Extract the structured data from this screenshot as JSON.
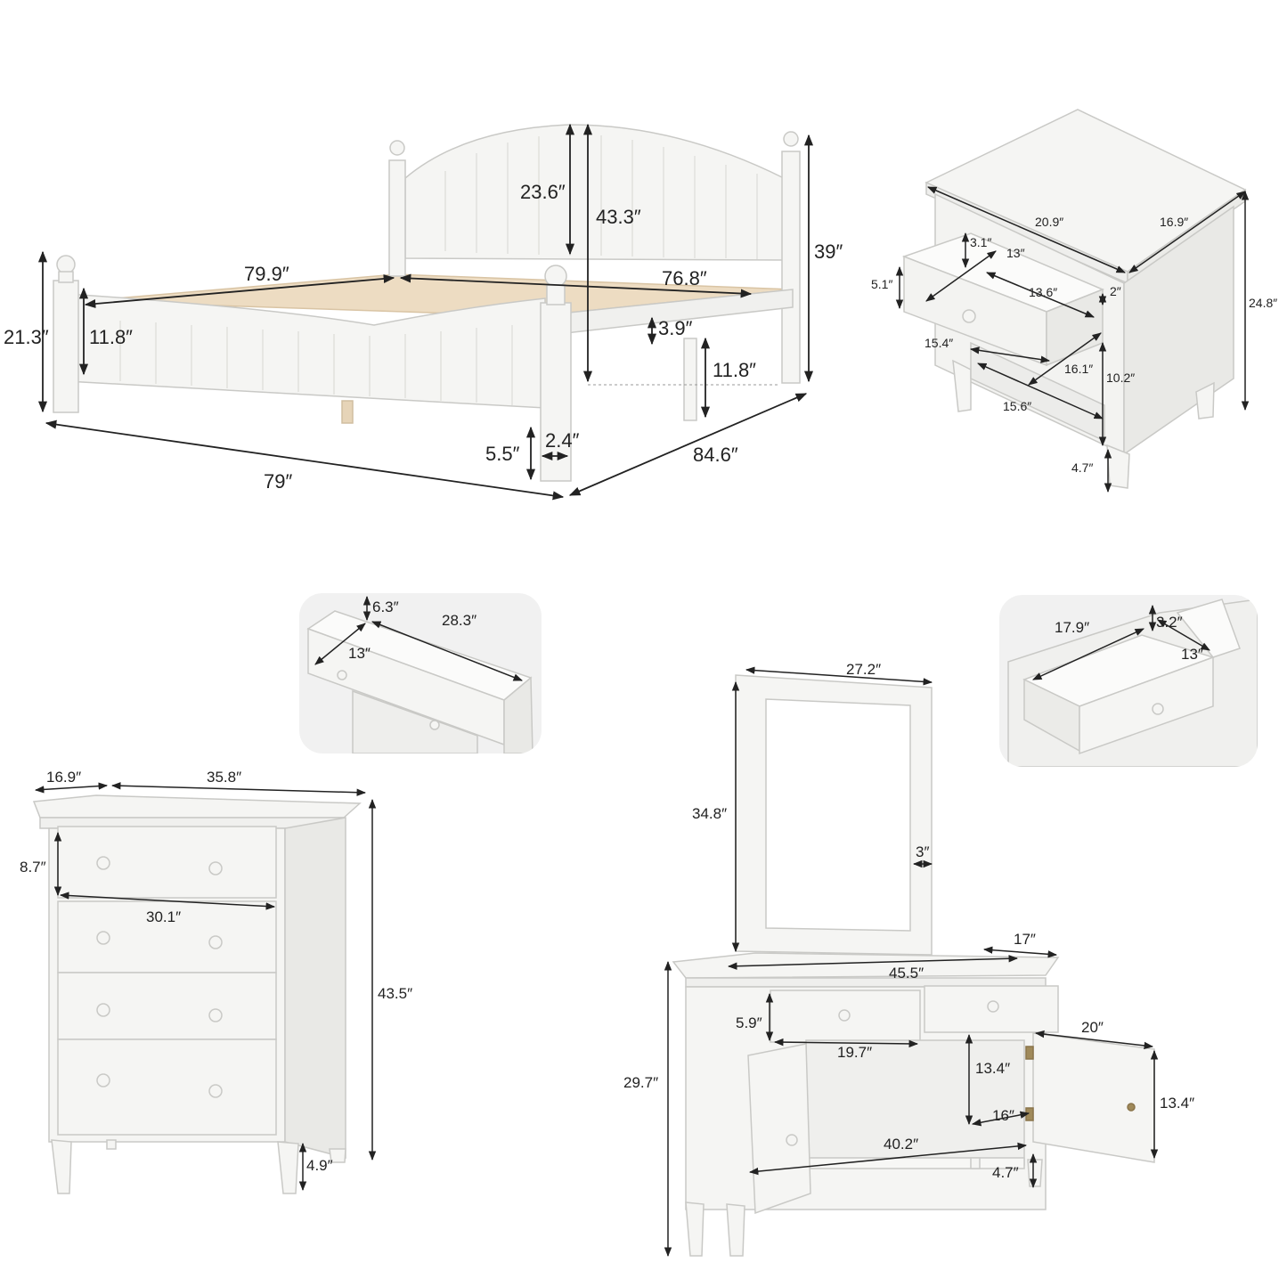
{
  "colors": {
    "furniture": "#f5f5f3",
    "outline": "#c9c9c6",
    "shadow": "#e4e4e1",
    "slat": "#eddcc2",
    "dimension_line": "#222222",
    "inset_bg": "#f1f1f1",
    "hinge": "#a08a5a"
  },
  "bed": {
    "length_total": "79″",
    "width_total": "84.6″",
    "rail_length": "79.9″",
    "inner_width": "76.8″",
    "headboard_panel_height": "23.6″",
    "headboard_height": "43.3″",
    "post_height": "39″",
    "footboard_height": "21.3″",
    "footboard_panel_height": "11.8″",
    "rail_height": "3.9″",
    "clearance": "11.8″",
    "leg_height": "5.5″",
    "leg_width": "2.4″"
  },
  "nightstand": {
    "top_width": "20.9″",
    "top_depth": "16.9″",
    "height": "24.8″",
    "drawer_height": "5.1″",
    "drawer_inner_height": "3.1″",
    "drawer_depth": "13″",
    "drawer_inner_width": "13.6″",
    "drawer_offset": "2″",
    "drawer_front_width": "15.4″",
    "shelf_depth": "16.1″",
    "shelf_height": "10.2″",
    "shelf_width": "15.6″",
    "leg_height": "4.7″"
  },
  "chest_drawer_inset": {
    "drawer_height": "6.3″",
    "drawer_depth": "13″",
    "drawer_width": "28.3″"
  },
  "chest": {
    "depth": "16.9″",
    "width": "35.8″",
    "drawer_height": "8.7″",
    "drawer_width": "30.1″",
    "height": "43.5″",
    "leg_height": "4.9″"
  },
  "dresser_drawer_inset": {
    "drawer_width": "17.9″",
    "drawer_height": "3.2″",
    "drawer_depth": "13″"
  },
  "mirror": {
    "width": "27.2″",
    "height": "34.8″",
    "frame_width": "3″"
  },
  "dresser": {
    "depth": "17″",
    "width": "45.5″",
    "drawer_height": "5.9″",
    "drawer_width": "19.7″",
    "cabinet_height": "13.4″",
    "cabinet_depth": "16″",
    "door_width": "20″",
    "door_height": "13.4″",
    "inner_width": "40.2″",
    "leg_height": "4.7″",
    "height": "29.7″"
  }
}
